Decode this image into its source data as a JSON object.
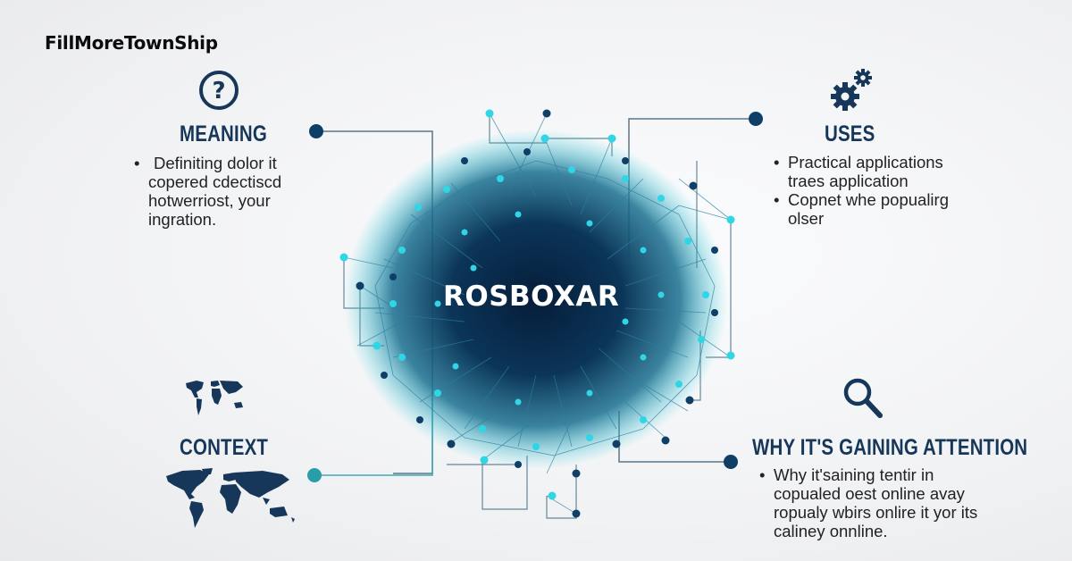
{
  "brand": {
    "name": "FillMoreTownShip"
  },
  "center": {
    "label": "ROSBOXAR"
  },
  "sections": {
    "meaning": {
      "icon": "question-circle-icon",
      "title": "MEANING",
      "bullets": [
        {
          "lines": [
            "Definiting dolor it",
            "copered cdectiscd",
            "hotwerriost, your",
            "ingration."
          ]
        }
      ]
    },
    "uses": {
      "icon": "gears-icon",
      "title": "USES",
      "bullets": [
        {
          "lines": [
            "Practical applications",
            "traes application"
          ]
        },
        {
          "lines": [
            "Copnet whe popualirg",
            "olser"
          ]
        }
      ]
    },
    "context": {
      "icon": "world-map-icon",
      "title": "CONTEXT"
    },
    "attention": {
      "icon": "magnifier-icon",
      "title": "WHY IT'S GAINING ATTENTION",
      "bullets": [
        {
          "lines": [
            "Why it'saining tentir in",
            "copualed oest online avay",
            "ropualy wbirs onlire it yor its",
            "caliney onnline."
          ]
        }
      ]
    }
  },
  "colors": {
    "navy": "#17375a",
    "node_dark": "#0f3f66",
    "cyan": "#2fd6e6",
    "teal": "#2a9ea8",
    "line": "#4f6f80",
    "core": "#061d3a"
  }
}
